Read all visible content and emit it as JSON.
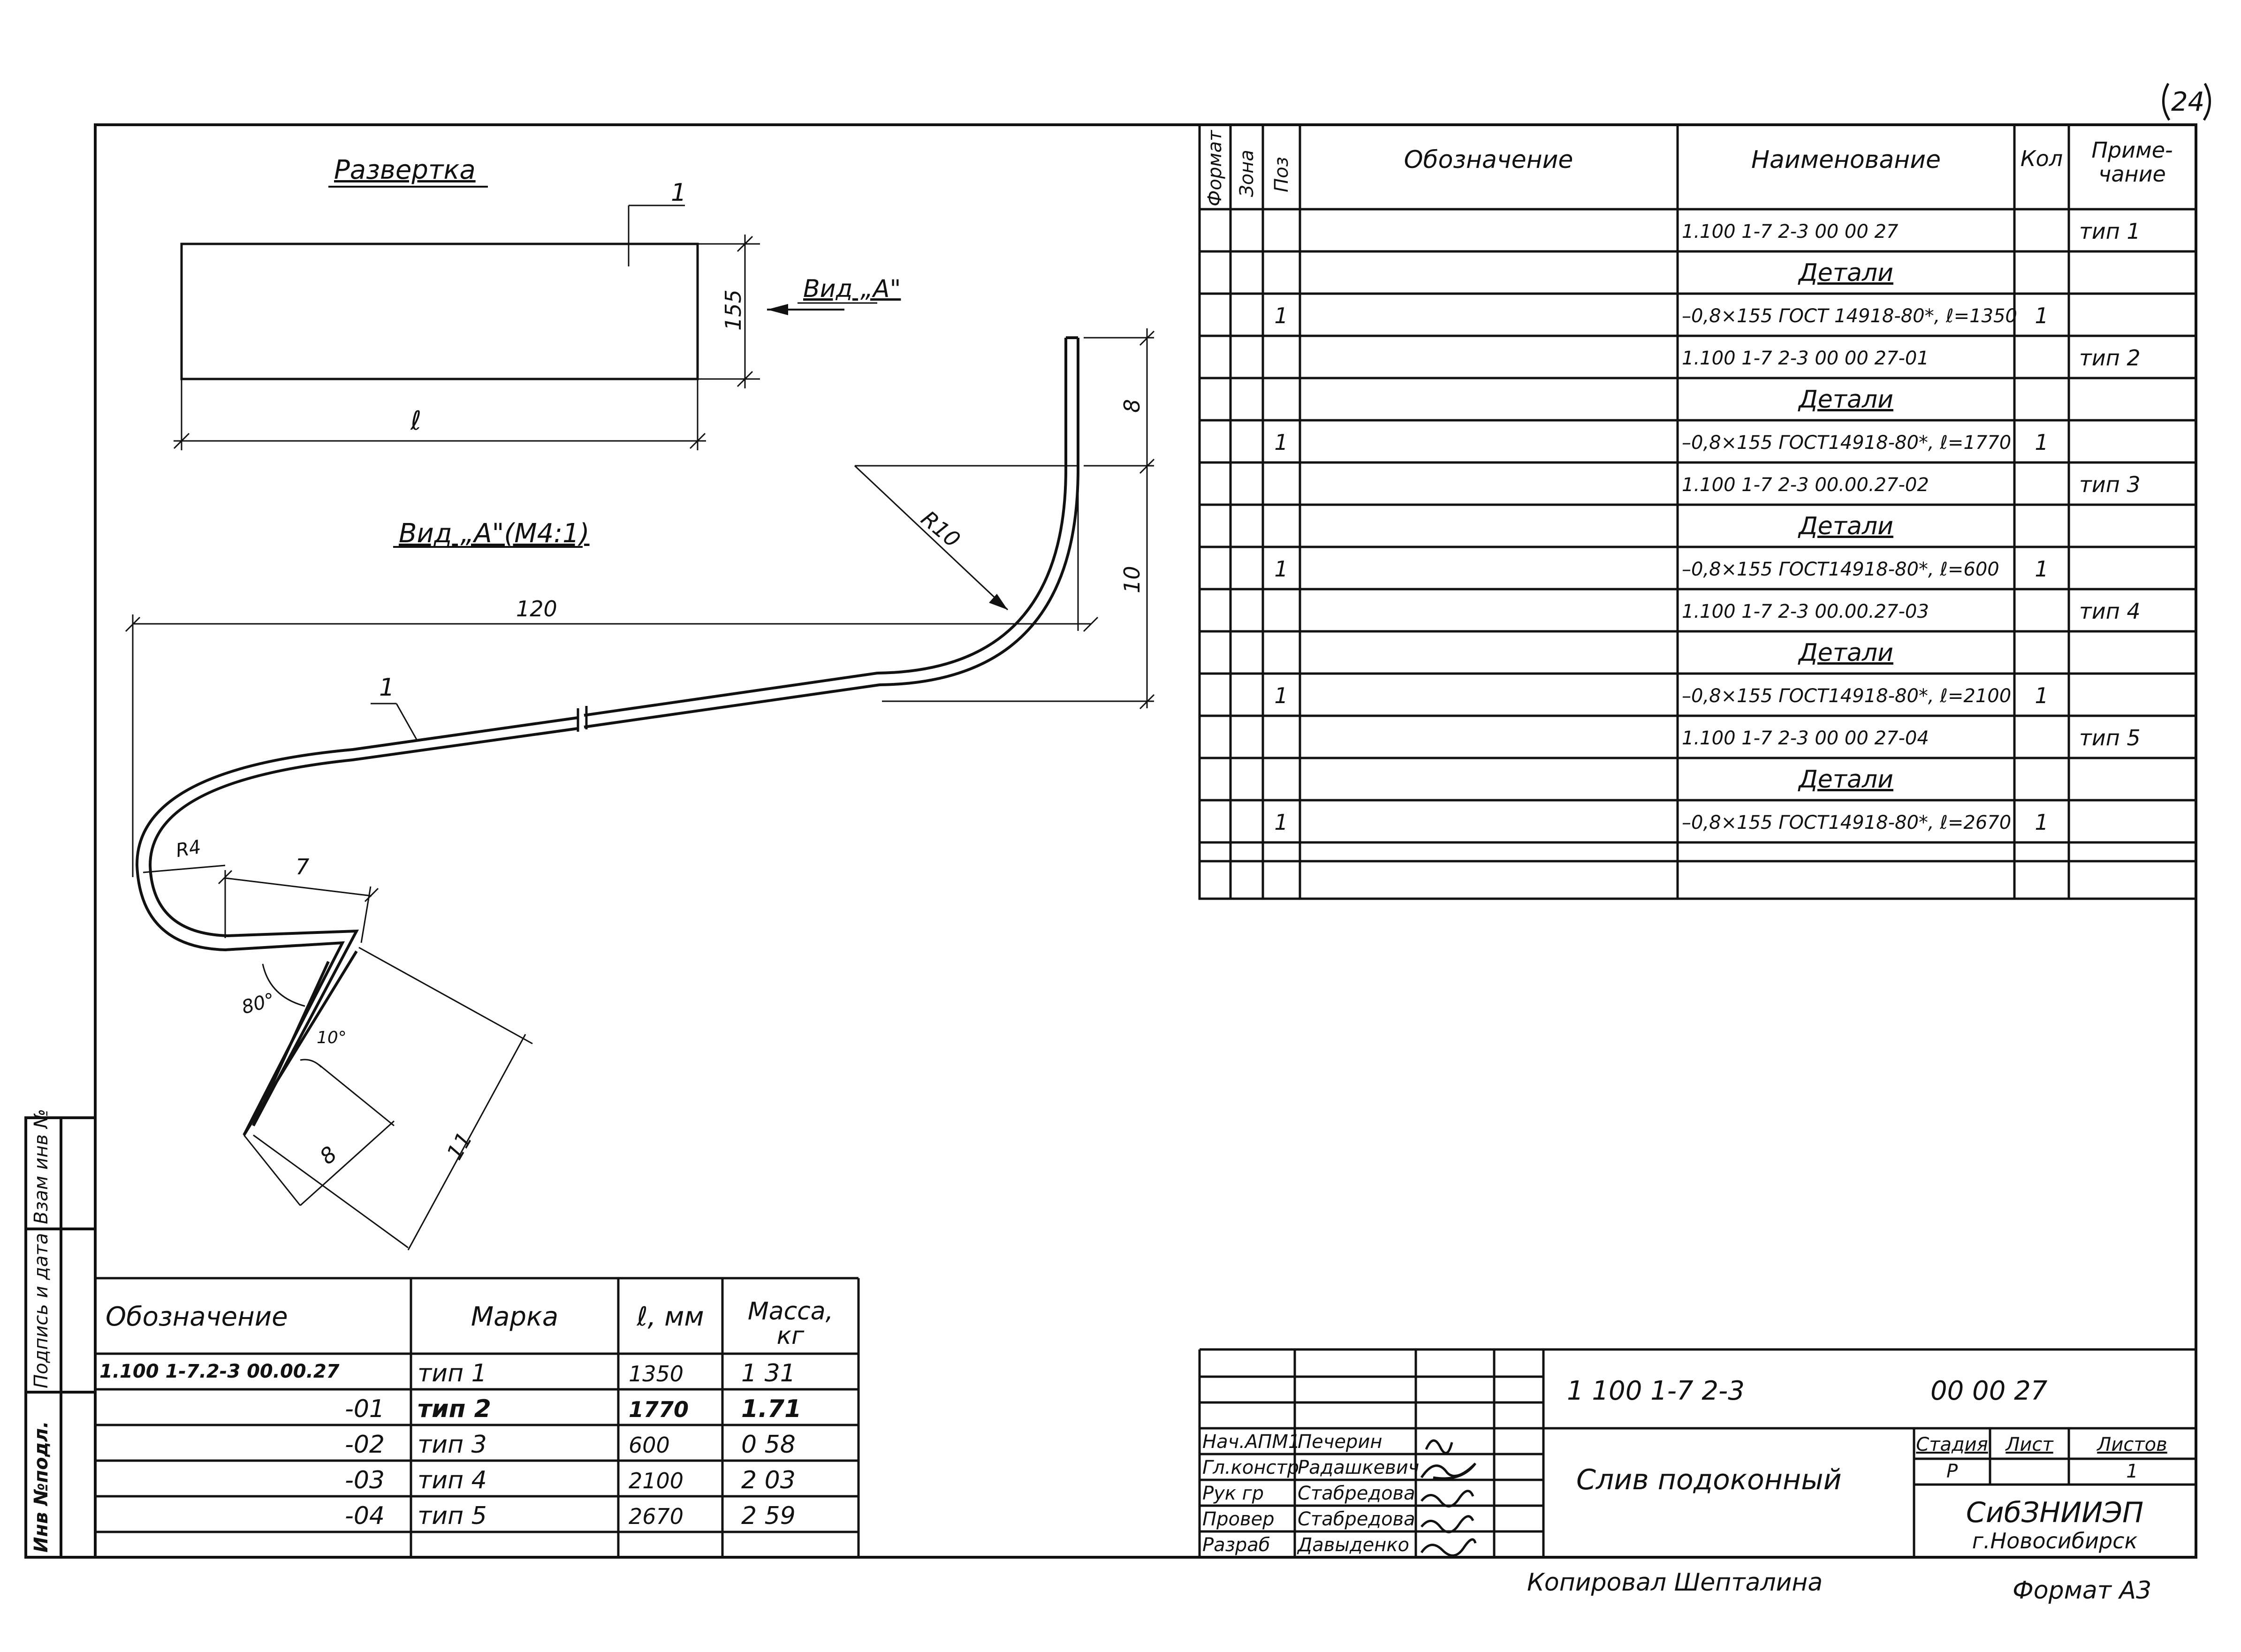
{
  "sheet_number": "24",
  "drawing": {
    "razvertka_title": "Развертка",
    "pos_callout": "1",
    "dim_width": "155",
    "dim_length": "ℓ",
    "view_a_arrow": "Вид „A\"",
    "view_a_title": "Вид „A\"(M4:1)",
    "dims": {
      "r10": "R10",
      "d8_top": "8",
      "d10_right": "10",
      "d120": "120",
      "pos1": "1",
      "r4": "R4",
      "d7": "7",
      "a80": "80°",
      "a10": "10°",
      "d8_bottom": "8",
      "d11": "11"
    }
  },
  "spec_table": {
    "headers": {
      "format": "Формат",
      "zone": "Зона",
      "pos": "Поз",
      "designation": "Обозначение",
      "name": "Наименование",
      "qty": "Кол",
      "note": "Приме-\nчание"
    },
    "rows": [
      {
        "pos": "",
        "name": "1.100 1-7 2-3    00 00 27",
        "qty": "",
        "note": "тип 1",
        "kind": "plain"
      },
      {
        "pos": "",
        "name": "Детали",
        "qty": "",
        "note": "",
        "kind": "section"
      },
      {
        "pos": "1",
        "name": "–0,8×155 ГОСТ 14918-80*, ℓ=1350",
        "qty": "1",
        "note": "",
        "kind": "plain"
      },
      {
        "pos": "",
        "name": "1.100 1-7 2-3    00 00 27-01",
        "qty": "",
        "note": "тип 2",
        "kind": "plain"
      },
      {
        "pos": "",
        "name": "Детали",
        "qty": "",
        "note": "",
        "kind": "section"
      },
      {
        "pos": "1",
        "name": "–0,8×155 ГОСТ14918-80*, ℓ=1770",
        "qty": "1",
        "note": "",
        "kind": "plain"
      },
      {
        "pos": "",
        "name": "1.100 1-7 2-3  00.00.27-02",
        "qty": "",
        "note": "тип 3",
        "kind": "plain"
      },
      {
        "pos": "",
        "name": "Детали",
        "qty": "",
        "note": "",
        "kind": "section"
      },
      {
        "pos": "1",
        "name": "–0,8×155 ГОСТ14918-80*, ℓ=600",
        "qty": "1",
        "note": "",
        "kind": "plain"
      },
      {
        "pos": "",
        "name": "1.100 1-7 2-3   00.00.27-03",
        "qty": "",
        "note": "тип 4",
        "kind": "plain"
      },
      {
        "pos": "",
        "name": "Детали",
        "qty": "",
        "note": "",
        "kind": "section"
      },
      {
        "pos": "1",
        "name": "–0,8×155 ГОСТ14918-80*, ℓ=2100",
        "qty": "1",
        "note": "",
        "kind": "plain"
      },
      {
        "pos": "",
        "name": "1.100 1-7 2-3   00 00 27-04",
        "qty": "",
        "note": "тип 5",
        "kind": "plain"
      },
      {
        "pos": "",
        "name": "Детали",
        "qty": "",
        "note": "",
        "kind": "section"
      },
      {
        "pos": "1",
        "name": "–0,8×155 ГОСТ14918-80*, ℓ=2670",
        "qty": "1",
        "note": "",
        "kind": "plain"
      },
      {
        "pos": "",
        "name": "",
        "qty": "",
        "note": "",
        "kind": "plain"
      }
    ]
  },
  "mass_table": {
    "headers": {
      "designation": "Обозначение",
      "mark": "Марка",
      "length": "ℓ, мм",
      "mass": "Масса,\nкг"
    },
    "rows": [
      {
        "designation": "1.100 1-7.2-3  00.00.27",
        "mark": "тип 1",
        "length": "1350",
        "mass": "1 31"
      },
      {
        "designation": "-01",
        "mark": "тип 2",
        "length": "1770",
        "mass": "1.71"
      },
      {
        "designation": "-02",
        "mark": "тип 3",
        "length": "600",
        "mass": "0 58"
      },
      {
        "designation": "-03",
        "mark": "тип 4",
        "length": "2100",
        "mass": "2 03"
      },
      {
        "designation": "-04",
        "mark": "тип 5",
        "length": "2670",
        "mass": "2 59"
      }
    ]
  },
  "left_strip": {
    "inv_podl": "Инв №подл.",
    "podpis": "Подпись и дата",
    "vzam": "Взам инв №"
  },
  "title_block": {
    "doc_code": "1 100 1-7 2-3",
    "doc_number": "00 00 27",
    "doc_title": "Слив  подоконный",
    "stage_label": "Стадия",
    "sheet_label": "Лист",
    "sheets_label": "Листов",
    "stage_value": "Р",
    "sheet_value": "",
    "sheets_value": "1",
    "org_name": "СибЗНИИЭП",
    "org_city": "г.Новосибирск",
    "signatures": [
      {
        "role": "Нач.АПМ1",
        "name": "Печерин"
      },
      {
        "role": "Гл.констр",
        "name": "Радашкевич"
      },
      {
        "role": "Рук гр",
        "name": "Стабредова"
      },
      {
        "role": "Провер",
        "name": "Стабредова"
      },
      {
        "role": "Разраб",
        "name": "Давыденко"
      }
    ]
  },
  "footer": {
    "copied_by": "Копировал  Шепталина",
    "format": "Формат А3"
  }
}
